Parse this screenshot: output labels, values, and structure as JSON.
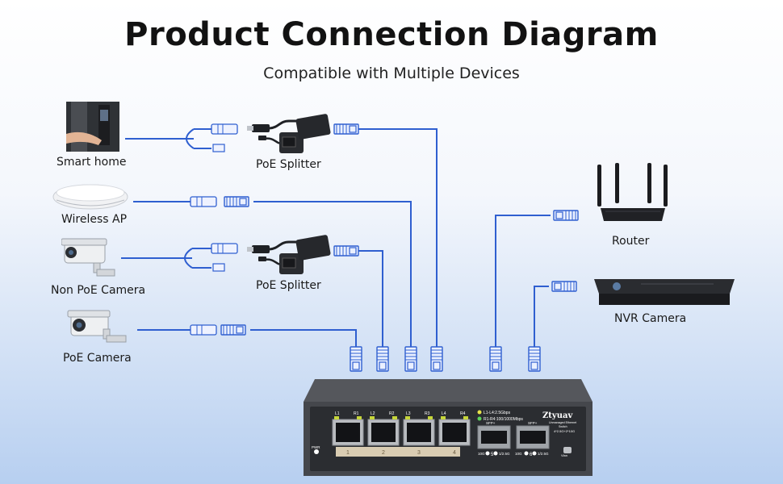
{
  "title": "Product Connection Diagram",
  "subtitle": "Compatible with Multiple Devices",
  "devices": {
    "smart_home": "Smart home",
    "wireless_ap": "Wireless AP",
    "non_poe_camera": "Non PoE Camera",
    "poe_camera": "PoE Camera",
    "router": "Router",
    "nvr_camera": "NVR Camera"
  },
  "splitters": [
    "PoE Splitter",
    "PoE Splitter"
  ],
  "switch": {
    "brand": "Ztyuav",
    "model_line1": "Unmanaged Ethernet",
    "model_line2": "Switch",
    "speed_line": "4*2.5G+2*10G",
    "led_legend_1": "L1-L4:2.5Gbps",
    "led_legend_2": "R1-R4:100/1000Mbps",
    "port_top_labels": [
      "L1",
      "R1",
      "L2",
      "R2",
      "L3",
      "R3",
      "L4",
      "R4"
    ],
    "port_numbers": [
      "1",
      "2",
      "3",
      "4"
    ],
    "sfp_labels": [
      "SFP+",
      "SFP+"
    ],
    "sfp_numbers": [
      "5",
      "6"
    ],
    "sfp_speed_labels": [
      "10G",
      "1/2.5G",
      "10G",
      "1/2.5G"
    ],
    "pwr_label": "PWR",
    "vlan_label": "Vlan"
  },
  "colors": {
    "cable": "#2f5fd0",
    "connector": "#3a6ed8",
    "switch_body": "#4a4c50",
    "panel": "#2c2e32"
  }
}
